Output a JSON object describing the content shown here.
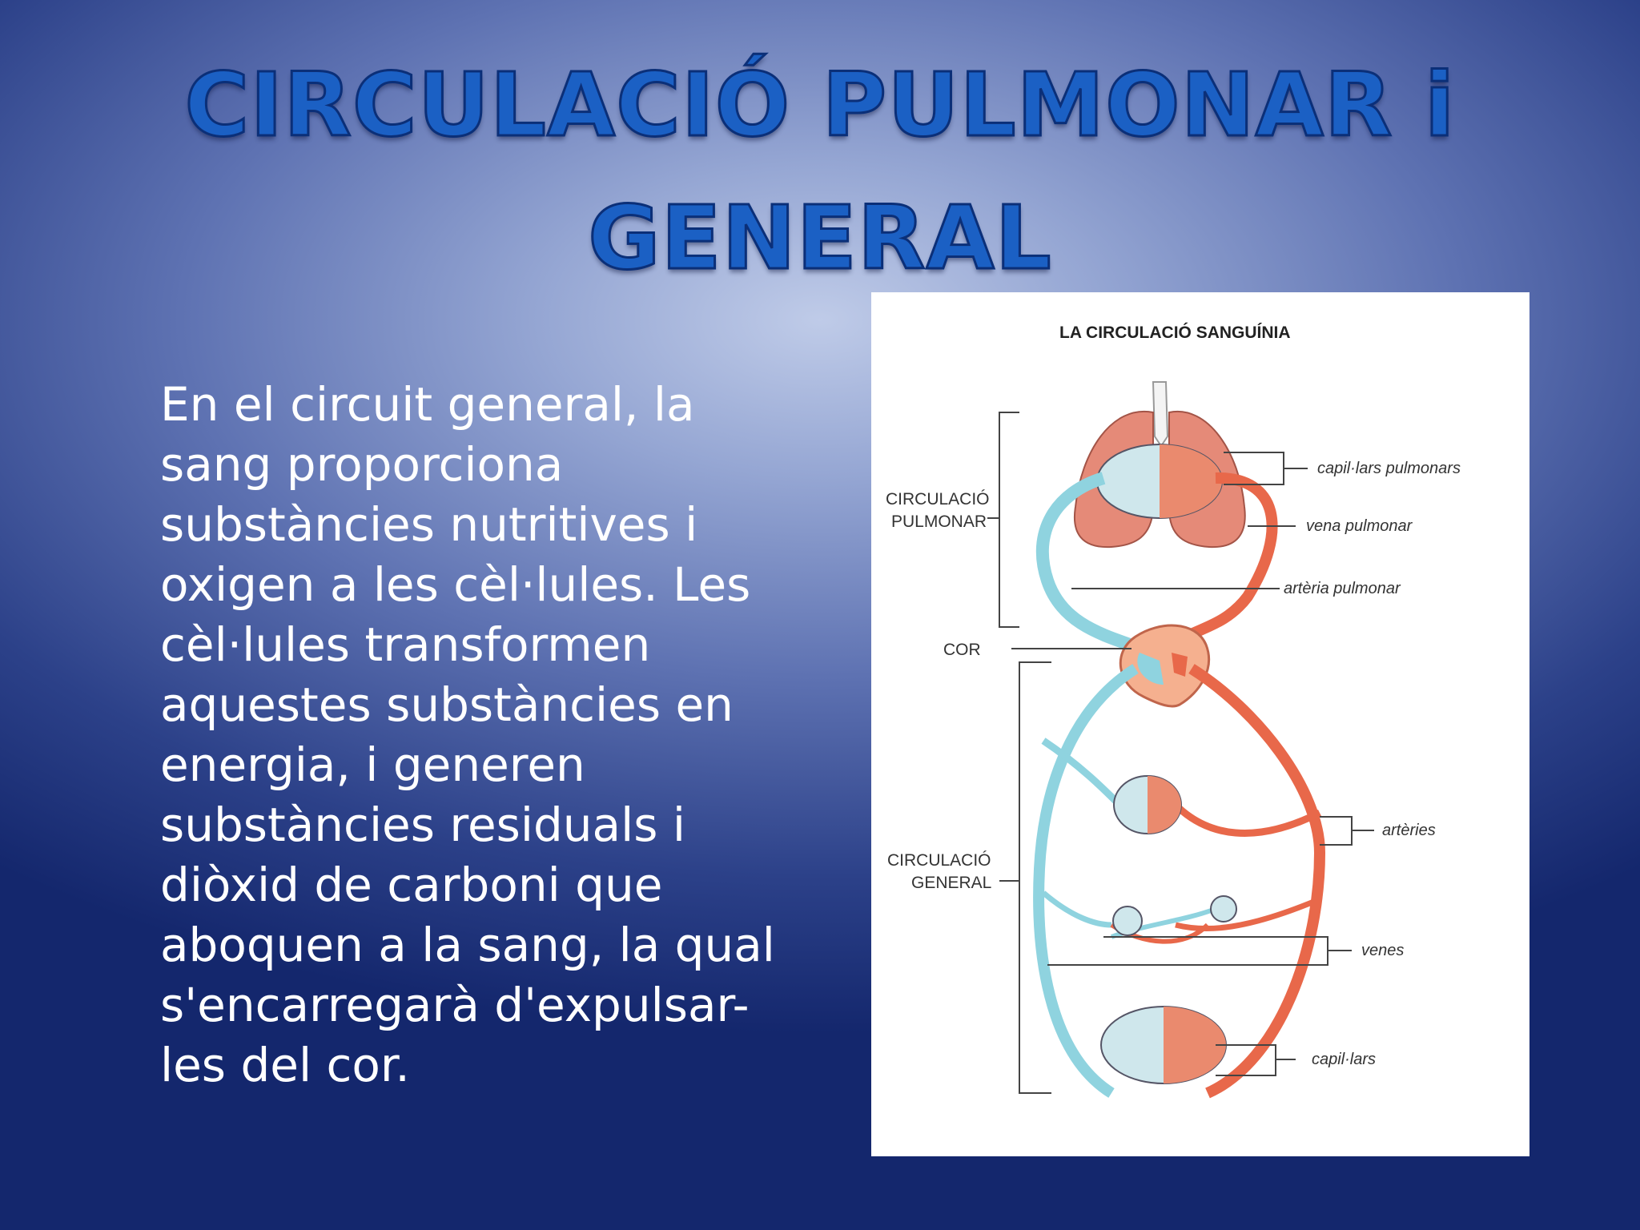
{
  "slide": {
    "title_line1": "CIRCULACIÓ PULMONAR i",
    "title_line2": "GENERAL",
    "body": "En el circuit general, la sang proporciona substàncies nutritives i oxigen a les cèl·lules. Les cèl·lules transformen aquestes substàncies en energia, i generen substàncies residuals i diòxid de carboni que aboquen a la sang, la qual s'encarregarà d'expulsar-les del cor."
  },
  "figure": {
    "title": "LA CIRCULACIÓ SANGUÍNIA",
    "left_labels": {
      "pulmonar_1": "CIRCULACIÓ",
      "pulmonar_2": "PULMONAR",
      "cor": "COR",
      "general_1": "CIRCULACIÓ",
      "general_2": "GENERAL"
    },
    "right_labels": {
      "capillars_pulmonars": "capil·lars pulmonars",
      "vena_pulmonar": "vena pulmonar",
      "arteria_pulmonar": "artèria pulmonar",
      "arteries": "artèries",
      "venes": "venes",
      "capillars": "capil·lars"
    },
    "colors": {
      "oxygenated": "#e8684a",
      "deoxygenated": "#8fd3df",
      "lung": "#e58a78"
    }
  }
}
